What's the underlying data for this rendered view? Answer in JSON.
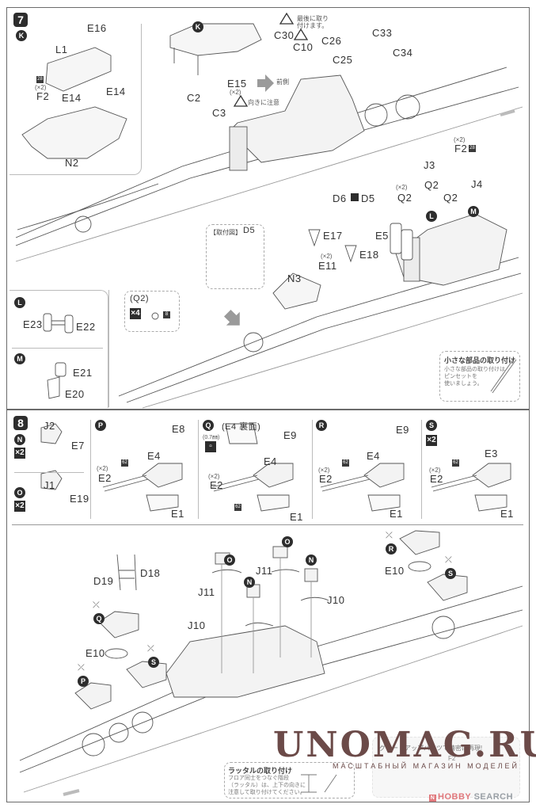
{
  "document": {
    "type": "model kit assembly instructions",
    "steps": [
      {
        "number": "7",
        "subassembly_K": {
          "marker": "K",
          "parts": [
            "E16",
            "L1",
            "E14",
            "E14",
            "F2",
            "N2"
          ],
          "f2_qty": "(×2)",
          "f2_badge": "28"
        },
        "main": {
          "k_marker": "K",
          "labels": {
            "e15": "E15",
            "e15_qty": "(×2)",
            "c2": "C2",
            "c3": "C3",
            "orientation_note": "向きに注意",
            "front_label": "前側",
            "c30": "C30",
            "c10": "C10",
            "c26": "C26",
            "c33": "C33",
            "c25": "C25",
            "c34": "C34",
            "last_attach_note_line1": "最後に取り",
            "last_attach_note_line2": "付けます。",
            "d6": "D6",
            "d5": "D5",
            "f2_qty": "(×2)",
            "f2": "F2",
            "f2_badge": "28",
            "j3": "J3",
            "j4": "J4",
            "q2_qty": "(×2)",
            "q2_a": "Q2",
            "q2_b": "Q2",
            "q2_c": "Q2",
            "l_marker": "L",
            "m_marker": "M",
            "e5": "E5",
            "e17": "E17",
            "e18": "E18",
            "e11_qty": "(×2)",
            "e11": "E11",
            "n3": "N3"
          },
          "mount_inset": {
            "title": "【取付図】",
            "part": "D5"
          }
        },
        "subassembly_L": {
          "marker": "L",
          "parts": [
            "E23",
            "E22"
          ]
        },
        "subassembly_M": {
          "marker": "M",
          "parts": [
            "E21",
            "E20"
          ]
        },
        "q2_paint": {
          "title": "(Q2)",
          "qty": "×4",
          "paint_badge": "8"
        },
        "tip_box": {
          "title": "小さな部品の取り付け",
          "body_lines": [
            "小さな部品の取り付けは",
            "ピンセットを",
            "使いましょう。"
          ]
        }
      },
      {
        "number": "8",
        "subassemblies": [
          {
            "marker": "N",
            "qty": "×2",
            "parts": [
              "J2",
              "E7"
            ]
          },
          {
            "marker": "O",
            "qty": "×2",
            "parts": [
              "J1",
              "E19"
            ]
          },
          {
            "marker": "P",
            "parts": [
              "E8",
              "E4",
              "E2",
              "E1"
            ],
            "e2_qty": "(×2)",
            "paint_badge": "62"
          },
          {
            "marker": "Q",
            "title": "(E4 裏面)",
            "drill_note": "(0.7㎜)",
            "parts": [
              "E9",
              "E4",
              "E2",
              "E1"
            ],
            "e2_qty": "(×2)",
            "paint_badge": "62"
          },
          {
            "marker": "R",
            "parts": [
              "E9",
              "E4",
              "E2",
              "E1"
            ],
            "e2_qty": "(×2)",
            "paint_badge": "62"
          },
          {
            "marker": "S",
            "qty": "×2",
            "parts": [
              "E3",
              "E2",
              "E1"
            ],
            "e2_qty": "(×2)",
            "paint_badge": "62"
          }
        ],
        "main": {
          "labels": {
            "d19": "D19",
            "d18": "D18",
            "q_marker": "Q",
            "e10_left": "E10",
            "s_marker_left": "S",
            "p_marker": "P",
            "j11_left": "J11",
            "j10_left": "J10",
            "o_marker_1": "O",
            "n_marker_1": "N",
            "o_marker_2": "O",
            "j11_right": "J11",
            "n_marker_2": "N",
            "j10_right": "J10",
            "r_marker": "R",
            "e10_right": "E10",
            "s_marker_right": "S"
          }
        },
        "ladder_note": {
          "title": "ラッタルの取り付け",
          "body_lines": [
            "フロア同士をつなぐ階段",
            "（ラッタル）は、上下の向きに",
            "注意して取り付けてください。"
          ]
        },
        "upgrade_note": {
          "text": "グレードアップパーツで精密に再現!",
          "part": "F2"
        }
      }
    ]
  },
  "watermark": {
    "title": "UNOMAG.RU",
    "subtitle": "МАСШТАБНЫЙ МАГАЗИН МОДЕЛЕЙ"
  },
  "credit": {
    "hobby": "HOBBY",
    "search": "SEARCH",
    "logo": "N"
  },
  "colors": {
    "ink": "#333333",
    "frame": "#6b6b6b",
    "watermark": "#6b4a48",
    "credit_pink": "#e0787c",
    "credit_gray": "#9aa0a6"
  }
}
